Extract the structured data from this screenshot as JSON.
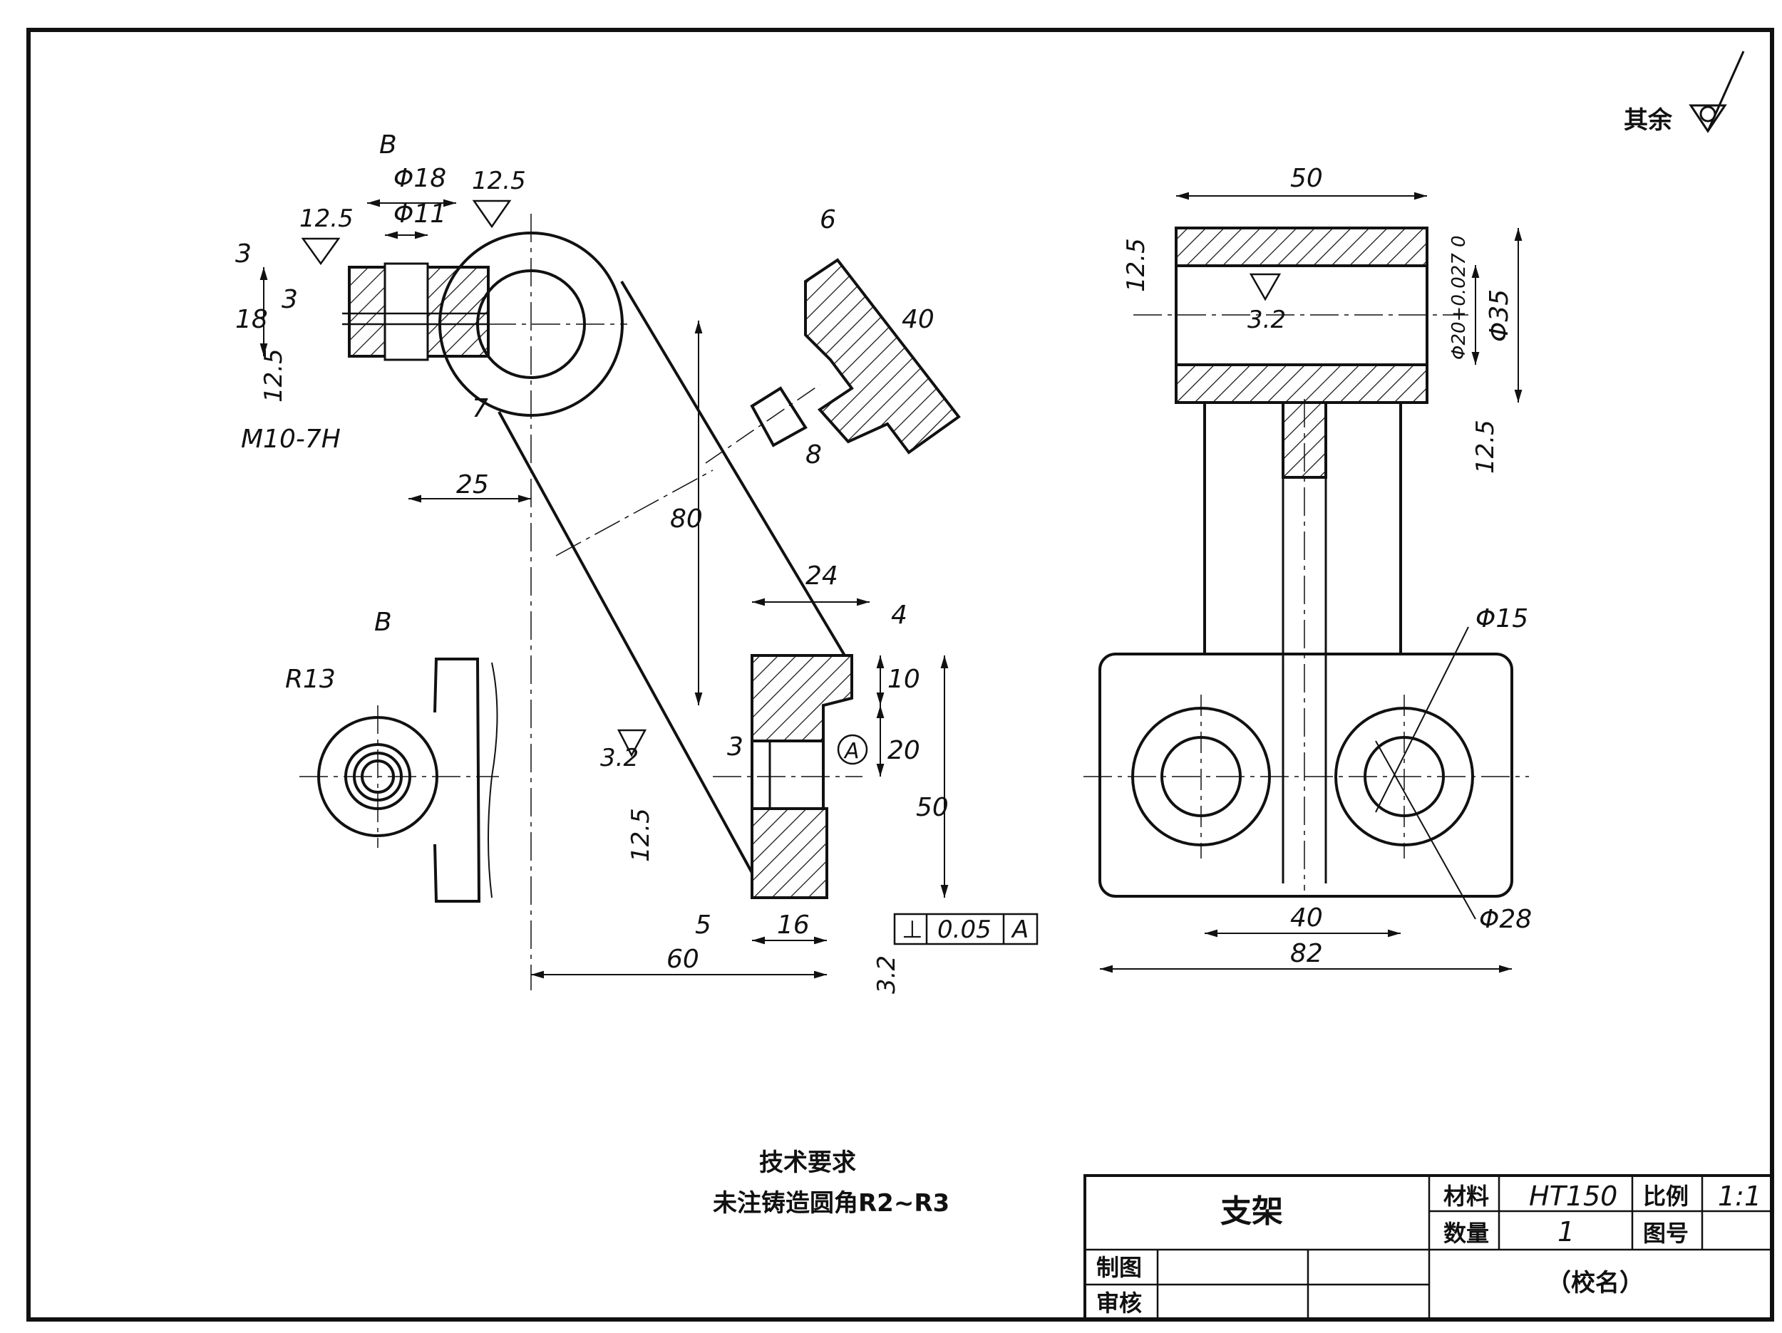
{
  "surface_roughness": {
    "other_label": "其余",
    "ra_12_5": "12.5",
    "ra_3_2": "3.2"
  },
  "view_labels": {
    "section_arrow": "B",
    "view_b": "B"
  },
  "dimensions": {
    "phi18": "Φ18",
    "phi11": "Φ11",
    "d3_top": "3",
    "d3_mid": "3",
    "d18": "18",
    "thread": "M10-7H",
    "d7": "7",
    "d25": "25",
    "d80": "80",
    "d6": "6",
    "d40_rib": "40",
    "d8": "8",
    "d24": "24",
    "d4": "4",
    "d10": "10",
    "d20": "20",
    "d50_v": "50",
    "d3_low": "3",
    "d5": "5",
    "d16": "16",
    "d60": "60",
    "r13": "R13",
    "d50_top": "50",
    "phi20_tol": "Φ20+0.027 0",
    "phi35": "Φ35",
    "phi15": "Φ15",
    "d40_bottom": "40",
    "d82": "82",
    "phi28": "Φ28"
  },
  "datum": {
    "label": "A"
  },
  "geometric_tolerance": {
    "symbol": "⊥",
    "value": "0.05",
    "datum": "A"
  },
  "tech_requirements": {
    "title": "技术要求",
    "line1": "未注铸造圆角R2~R3"
  },
  "title_block": {
    "part_name": "支架",
    "material_label": "材料",
    "material_value": "HT150",
    "scale_label": "比例",
    "scale_value": "1:1",
    "quantity_label": "数量",
    "quantity_value": "1",
    "drawing_no_label": "图号",
    "drawn_label": "制图",
    "checked_label": "审核",
    "school_label": "（校名）"
  }
}
